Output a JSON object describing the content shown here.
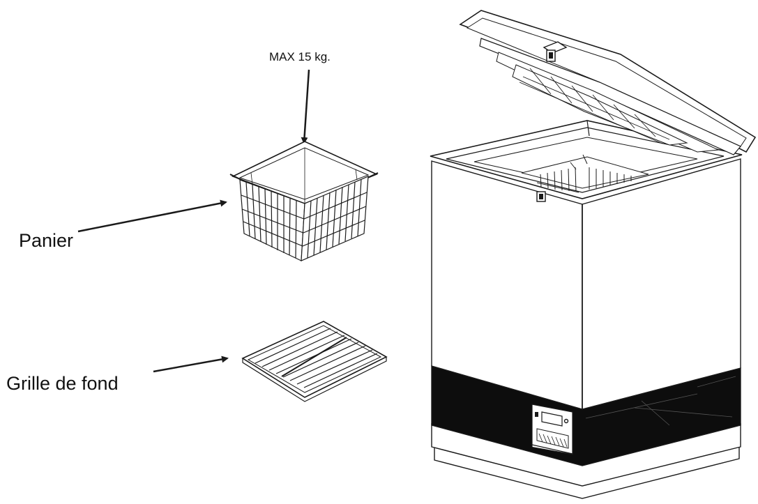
{
  "labels": {
    "max_load": "MAX 15 kg.",
    "basket": "Panier",
    "bottom_grid": "Grille de fond"
  },
  "colors": {
    "line": "#1a1a1a",
    "band": "#0d0d0d",
    "background": "#ffffff"
  }
}
